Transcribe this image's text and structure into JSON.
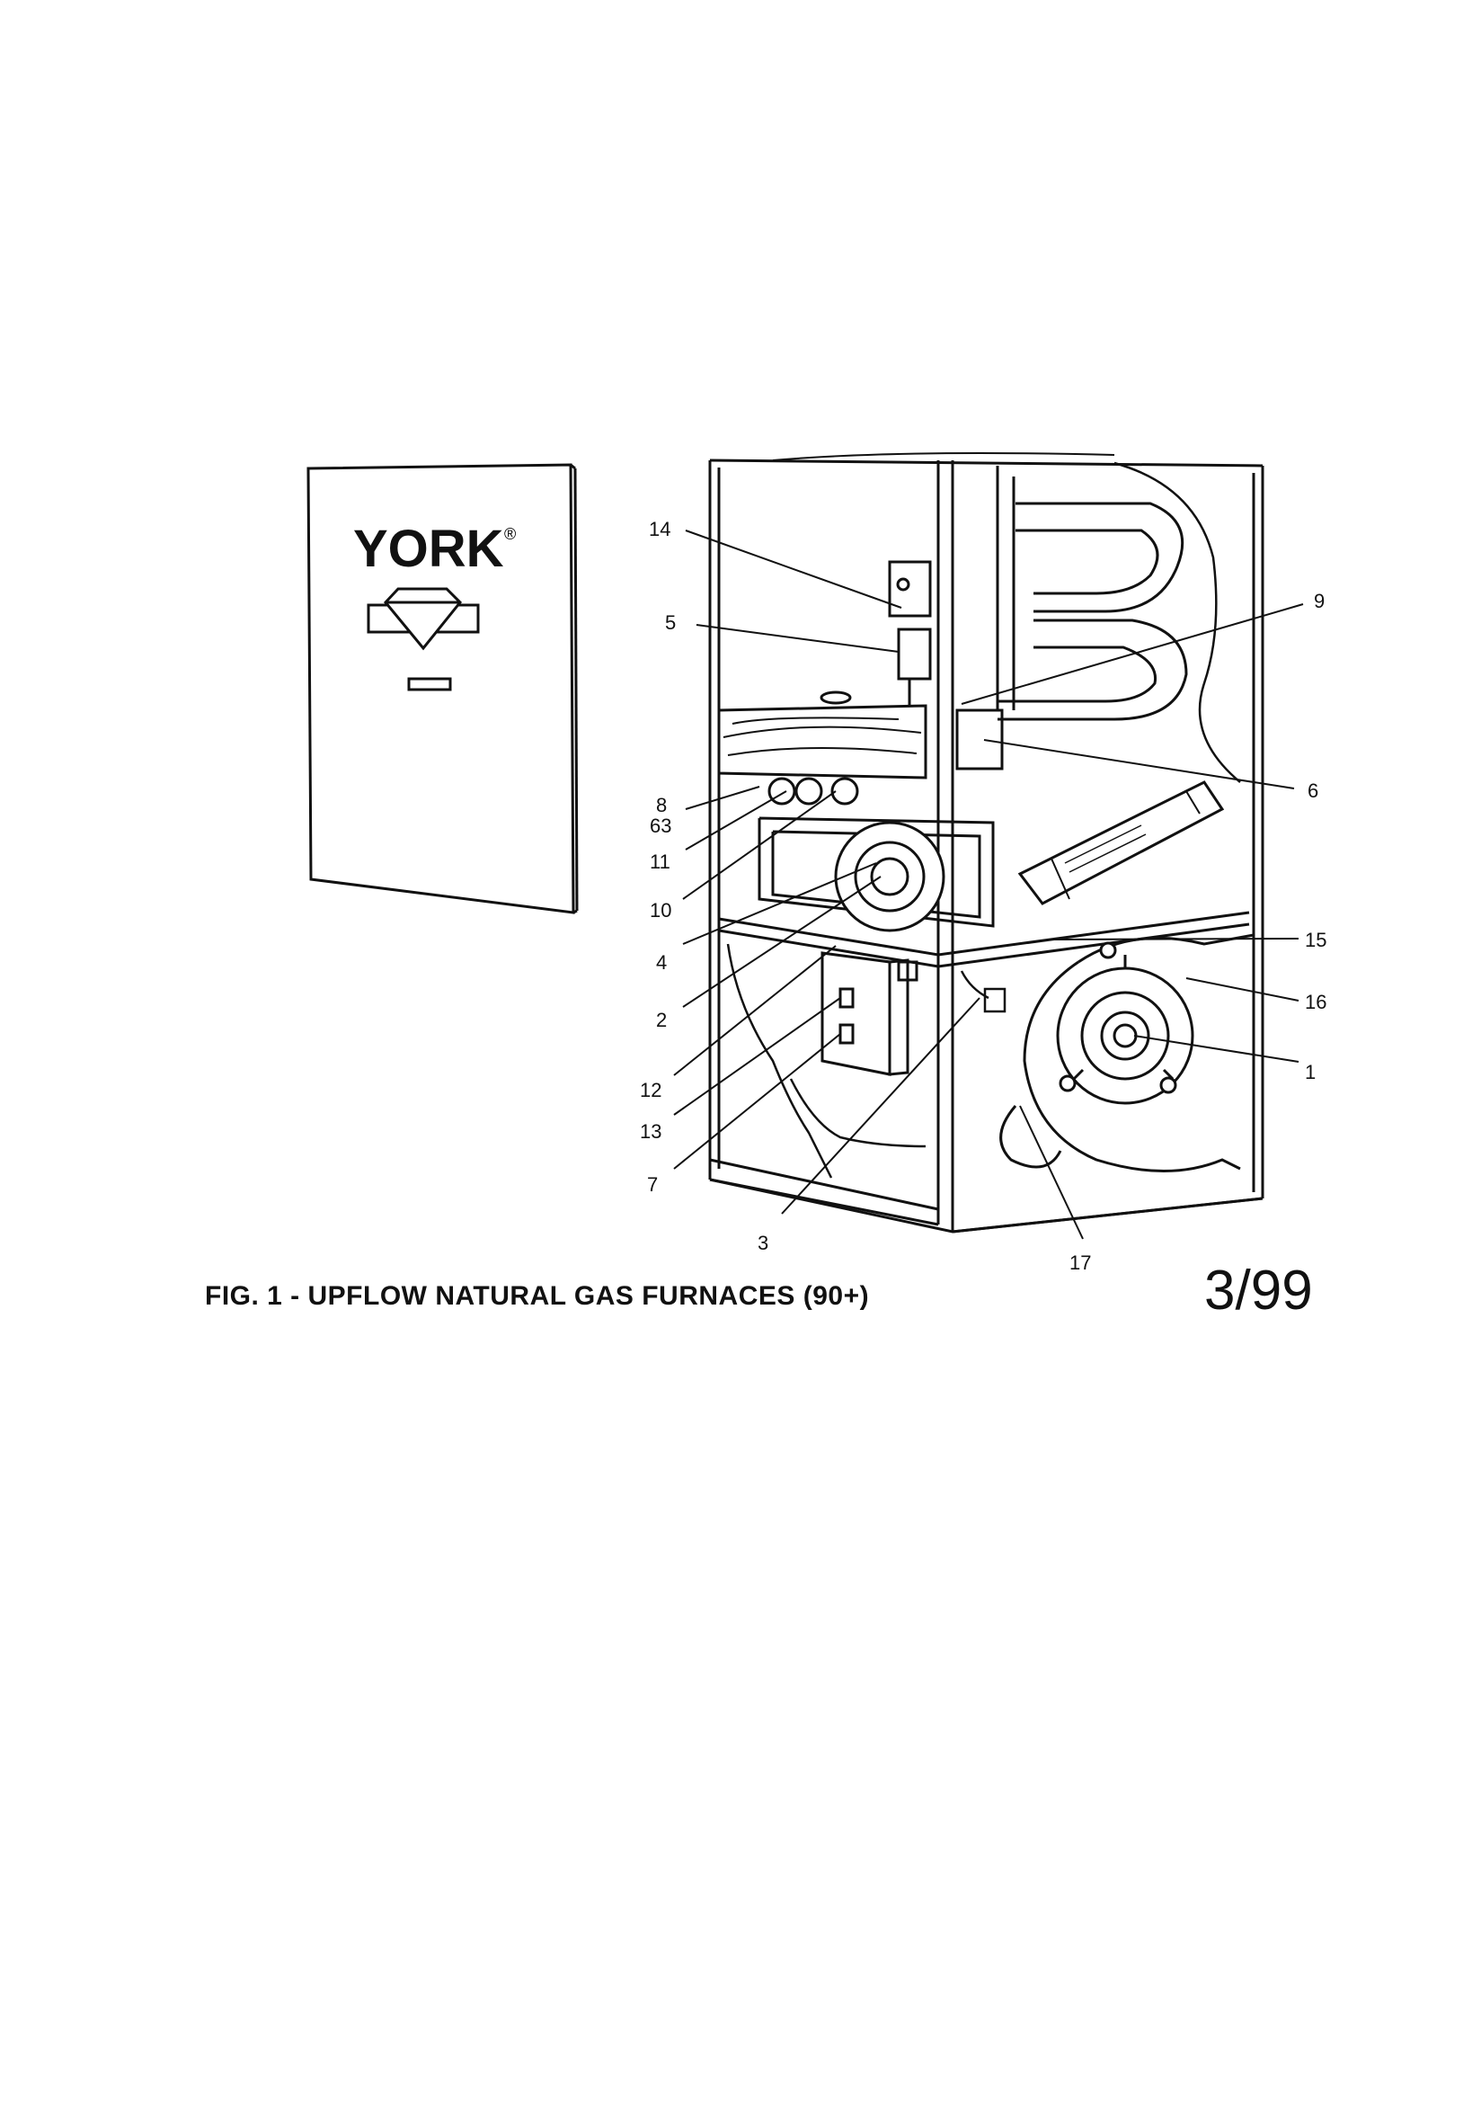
{
  "panel": {
    "brand": "YORK",
    "brand_mark": "®",
    "logo_icon": "york-diamond-logo"
  },
  "caption": "FIG. 1 - UPFLOW NATURAL GAS FURNACES (90+)",
  "date_code": "3/99",
  "callouts": [
    "14",
    "5",
    "9",
    "6",
    "8",
    "63",
    "11",
    "10",
    "4",
    "2",
    "12",
    "13",
    "7",
    "3",
    "17",
    "1",
    "16",
    "15"
  ]
}
